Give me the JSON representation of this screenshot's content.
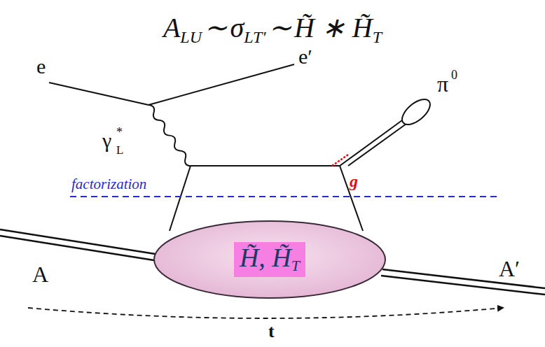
{
  "diagram": {
    "nodes": [
      {
        "text": [
          "H̃, H̃",
          "T"
        ]
      }
    ],
    "labels": [
      "A",
      "LU",
      "∼",
      "σ",
      "LT′",
      "∼",
      "H̃ ∗ H̃",
      "T",
      "e",
      "e′",
      "γ",
      "*",
      "L",
      "π",
      "0",
      "factorization",
      "g",
      "A",
      "A′",
      "t"
    ]
  }
}
